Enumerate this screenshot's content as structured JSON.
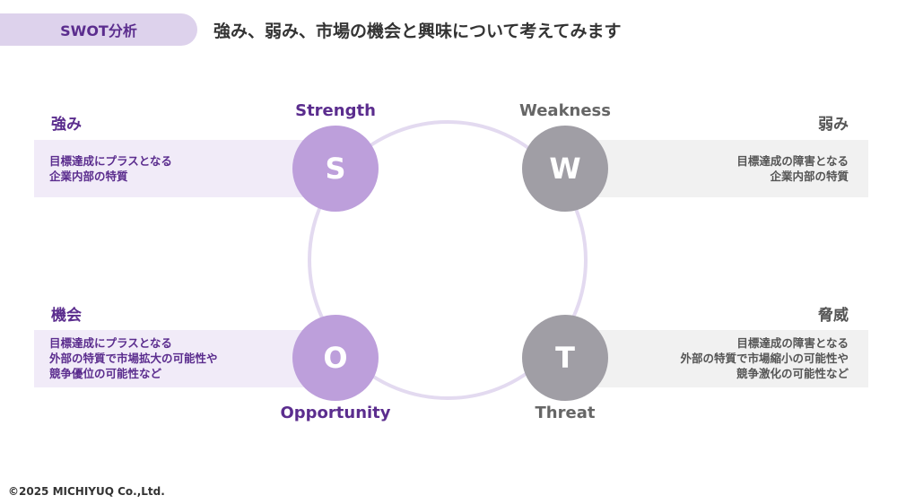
{
  "header": {
    "tag": "SWOT分析",
    "title": "強み、弱み、市場の機会と興味について考えてみます"
  },
  "swot": {
    "strength": {
      "heading": "強み",
      "label": "Strength",
      "letter": "S",
      "description": "目標達成にプラスとなる\n企業内部の特質"
    },
    "weakness": {
      "heading": "弱み",
      "label": "Weakness",
      "letter": "W",
      "description": "目標達成の障害となる\n企業内部の特質"
    },
    "opportunity": {
      "heading": "機会",
      "label": "Opportunity",
      "letter": "O",
      "description": "目標達成にプラスとなる\n外部の特質で市場拡大の可能性や\n競争優位の可能性など"
    },
    "threat": {
      "heading": "脅威",
      "label": "Threat",
      "letter": "T",
      "description": "目標達成の障害となる\n外部の特質で市場縮小の可能性や\n競争激化の可能性など"
    }
  },
  "footer": {
    "copyright": "©2025 MICHIYUQ Co.,Ltd."
  },
  "colors": {
    "accent_purple": "#5b2d8e",
    "circle_purple": "#bd9fdb",
    "circle_gray": "#a09ea5",
    "band_purple": "#f1ebf8",
    "band_gray": "#f1f1f1"
  }
}
